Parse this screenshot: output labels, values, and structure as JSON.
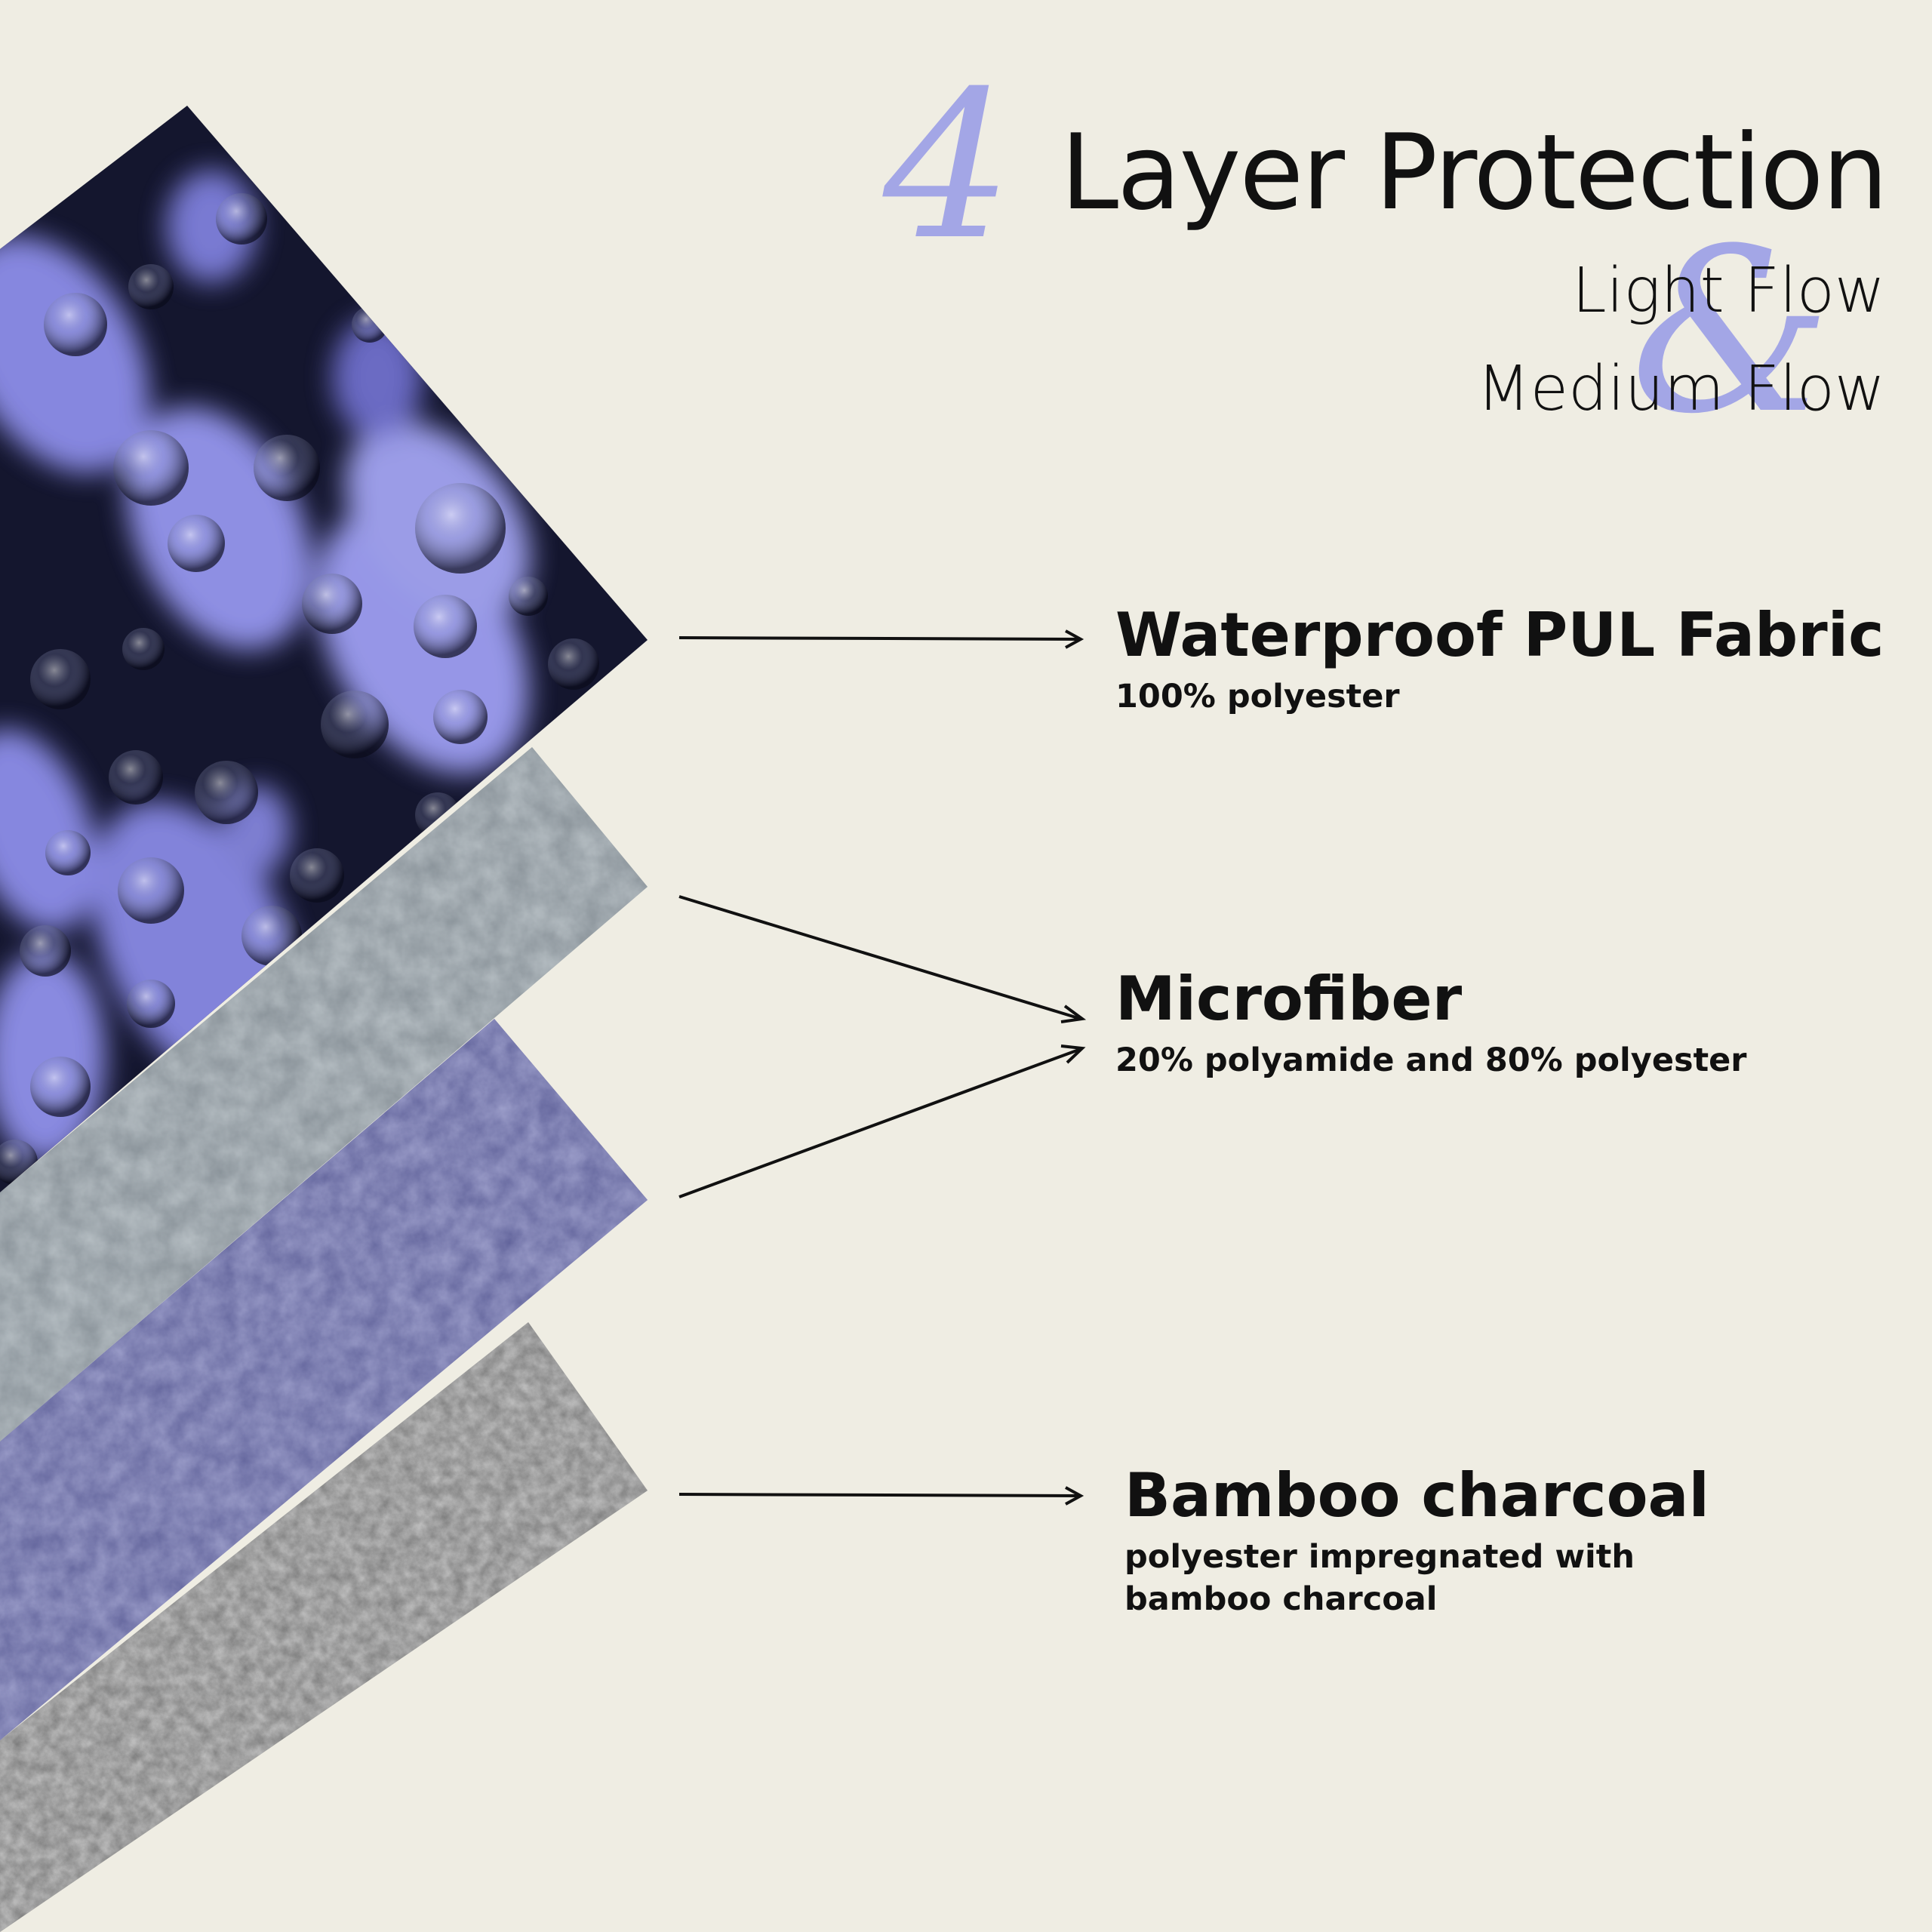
{
  "header": {
    "number": "4",
    "title": "Layer Protection",
    "flow_light": "Light Flow",
    "ampersand": "&",
    "flow_medium": "Medium Flow"
  },
  "layers": [
    {
      "name": "Waterproof PUL Fabric",
      "description": "100% polyester"
    },
    {
      "name": "Microfiber",
      "description": "20% polyamide and 80% polyester"
    },
    {
      "name": "Bamboo charcoal",
      "description": "polyester impregnated with\nbamboo charcoal"
    }
  ],
  "colors": {
    "background": "#efede3",
    "accent": "#a3a6e6",
    "pul_base": "#14162e",
    "pul_petal": "#8d8ee9",
    "microfiber_grey": "#8b949b",
    "microfiber_purple": "#6d6fa8",
    "charcoal": "#8e8e8e",
    "text": "#111111"
  }
}
